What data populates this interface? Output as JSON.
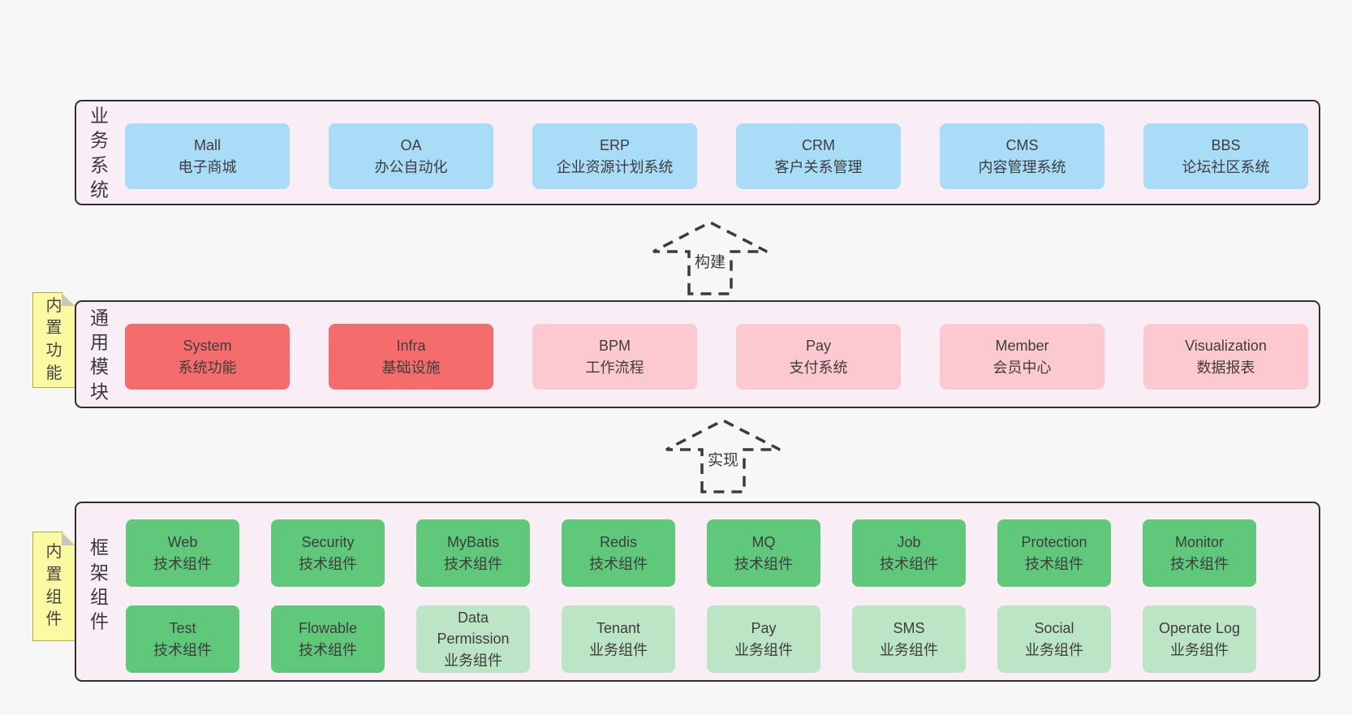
{
  "sections": [
    {
      "label": "业务系统",
      "boxes": [
        {
          "name": "Mall",
          "desc": "电子商城"
        },
        {
          "name": "OA",
          "desc": "办公自动化"
        },
        {
          "name": "ERP",
          "desc": "企业资源计划系统"
        },
        {
          "name": "CRM",
          "desc": "客户关系管理"
        },
        {
          "name": "CMS",
          "desc": "内容管理系统"
        },
        {
          "name": "BBS",
          "desc": "论坛社区系统"
        }
      ]
    },
    {
      "label": "通用模块",
      "tag": "内置功能",
      "boxes": [
        {
          "name": "System",
          "desc": "系统功能"
        },
        {
          "name": "Infra",
          "desc": "基础设施"
        },
        {
          "name": "BPM",
          "desc": "工作流程"
        },
        {
          "name": "Pay",
          "desc": "支付系统"
        },
        {
          "name": "Member",
          "desc": "会员中心"
        },
        {
          "name": "Visualization",
          "desc": "数据报表"
        }
      ]
    },
    {
      "label": "框架组件",
      "tag": "内置组件",
      "rows": [
        [
          {
            "name": "Web",
            "desc": "技术组件"
          },
          {
            "name": "Security",
            "desc": "技术组件"
          },
          {
            "name": "MyBatis",
            "desc": "技术组件"
          },
          {
            "name": "Redis",
            "desc": "技术组件"
          },
          {
            "name": "MQ",
            "desc": "技术组件"
          },
          {
            "name": "Job",
            "desc": "技术组件"
          },
          {
            "name": "Protection",
            "desc": "技术组件"
          },
          {
            "name": "Monitor",
            "desc": "技术组件"
          }
        ],
        [
          {
            "name": "Test",
            "desc": "技术组件"
          },
          {
            "name": "Flowable",
            "desc": "技术组件"
          },
          {
            "name": "Data Permission",
            "desc": "业务组件"
          },
          {
            "name": "Tenant",
            "desc": "业务组件"
          },
          {
            "name": "Pay",
            "desc": "业务组件"
          },
          {
            "name": "SMS",
            "desc": "业务组件"
          },
          {
            "name": "Social",
            "desc": "业务组件"
          },
          {
            "name": "Operate Log",
            "desc": "业务组件"
          }
        ]
      ]
    }
  ],
  "arrows": [
    {
      "label": "构建"
    },
    {
      "label": "实现"
    }
  ],
  "colors": {
    "page_bg": "#f7f7f7",
    "panel_bg": "#f9eef6",
    "panel_border": "#2f2f2f",
    "blue": "#a9dcf6",
    "red": "#f56c6c",
    "pink": "#fdc9d1",
    "green": "#5fc87a",
    "light_green": "#bbe5c5",
    "tag_yellow": "#fbf9a2",
    "tag_border": "#b3ac34",
    "fold_gray": "#c6c6c6",
    "text": "#3c3c3c"
  }
}
